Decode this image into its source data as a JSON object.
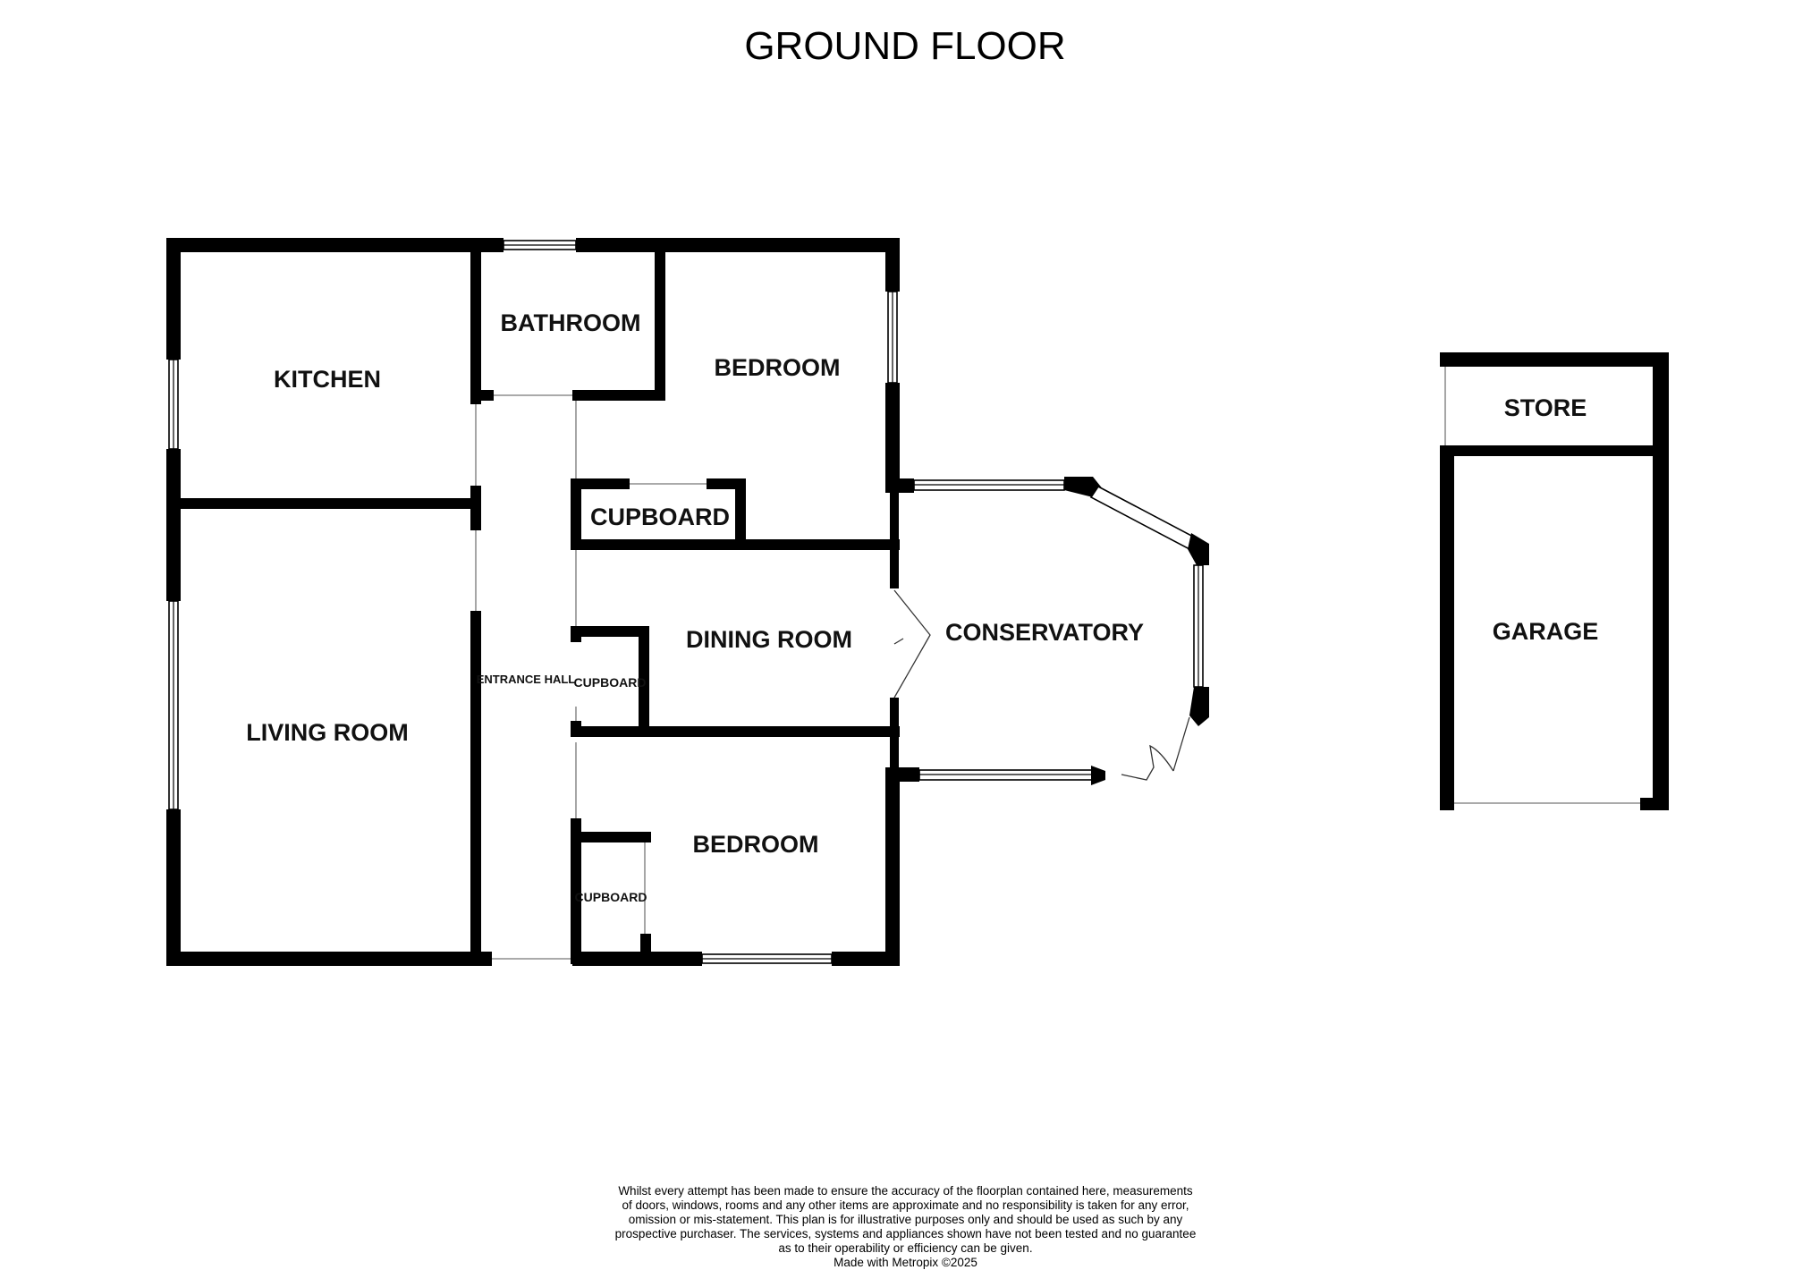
{
  "title": "GROUND FLOOR",
  "rooms": {
    "kitchen": "KITCHEN",
    "bathroom": "BATHROOM",
    "bedroom_1": "BEDROOM",
    "cupboard_1": "CUPBOARD",
    "living_room": "LIVING ROOM",
    "entrance_hall": "ENTRANCE HALL",
    "cupboard_2": "CUPBOARD",
    "dining_room": "DINING ROOM",
    "conservatory": "CONSERVATORY",
    "bedroom_2": "BEDROOM",
    "cupboard_3": "CUPBOARD",
    "store": "STORE",
    "garage": "GARAGE"
  },
  "disclaimer": {
    "lines": [
      "Whilst every attempt has been made to ensure the accuracy of the floorplan contained here, measurements",
      "of doors, windows, rooms and any other items are approximate and no responsibility is taken for any error,",
      "omission or mis-statement. This plan is for illustrative purposes only and should be used as such by any",
      "prospective purchaser. The services, systems and appliances shown have not been tested and no guarantee",
      "as to their operability or efficiency can be given."
    ],
    "credit": "Made with Metropix ©2025"
  }
}
